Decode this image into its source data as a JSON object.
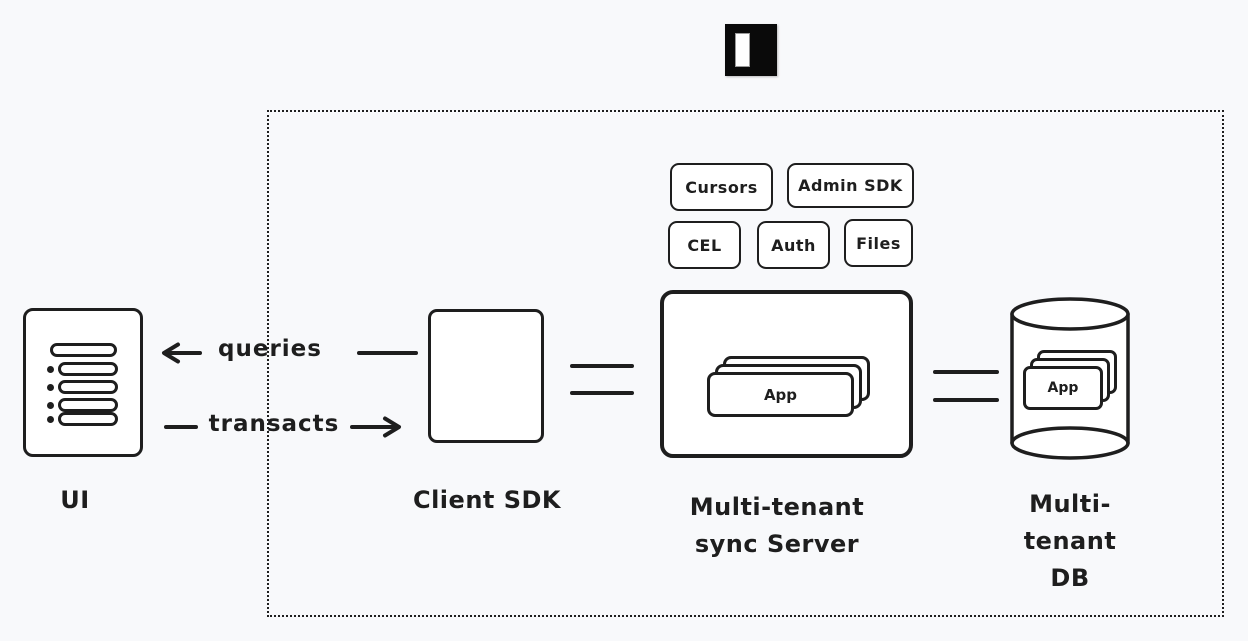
{
  "app": {
    "background_color": "#f8f9fb",
    "stroke_color": "#1e1e1e",
    "fill_color": "#ffffff"
  },
  "icons": {
    "logo": "instant-logo",
    "ui": "list-icon",
    "db": "database-cylinder-icon"
  },
  "chips": [
    {
      "label": "Cursors"
    },
    {
      "label": "Admin SDK"
    },
    {
      "label": "CEL"
    },
    {
      "label": "Auth"
    },
    {
      "label": "Files"
    }
  ],
  "nodes": {
    "ui": {
      "label": "UI"
    },
    "client_sdk": {
      "label": "Client SDK"
    },
    "sync_server": {
      "label_line1": "Multi-tenant",
      "label_line2": "sync Server",
      "app_card_label": "App"
    },
    "db": {
      "label_line1": "Multi-tenant",
      "label_line2": "DB",
      "app_card_label": "App"
    }
  },
  "edges": {
    "queries": {
      "label": "queries"
    },
    "transacts": {
      "label": "transacts"
    }
  }
}
